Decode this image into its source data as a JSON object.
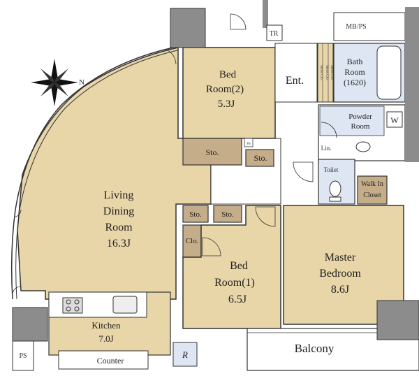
{
  "colors": {
    "room_tan": "#e8d6a8",
    "storage_brown": "#c5ad8a",
    "wall_gray": "#8c8c8c",
    "wet_area_blue": "#dde6f2",
    "floor_white": "#ffffff",
    "line": "#333333"
  },
  "icons": {
    "compass": "compass-rose-icon",
    "washer": "washer-icon"
  },
  "labels": {
    "compass_n": "N",
    "tr": "TR",
    "mbps": "MB/PS",
    "bed2_a": "Bed",
    "bed2_b": "Room(2)",
    "bed2_c": "5.3J",
    "ent": "Ent.",
    "bath_a": "Bath",
    "bath_b": "Room",
    "bath_c": "(1620)",
    "shoes_1": "Shoes Clo.",
    "shoes_2": "Shoes Clo.",
    "shoes_3": "Shoes Clo.",
    "powder_a": "Powder",
    "powder_b": "Room",
    "washer": "W",
    "lin": "Lin.",
    "sto_1": "Sto.",
    "ps_small": "PS",
    "sto_2": "Sto.",
    "toilet": "Toilet",
    "wic_a": "Walk In",
    "wic_b": "Closet",
    "living_a": "Living",
    "living_b": "Dining",
    "living_c": "Room",
    "living_d": "16.3J",
    "sto_3": "Sto.",
    "sto_4": "Sto.",
    "clo": "Clo.",
    "bed1_a": "Bed",
    "bed1_b": "Room(1)",
    "bed1_c": "6.5J",
    "master_a": "Master",
    "master_b": "Bedroom",
    "master_c": "8.6J",
    "kitchen_a": "Kitchen",
    "kitchen_b": "7.0J",
    "counter": "Counter",
    "ps_big": "PS",
    "r": "R",
    "balcony": "Balcony"
  }
}
